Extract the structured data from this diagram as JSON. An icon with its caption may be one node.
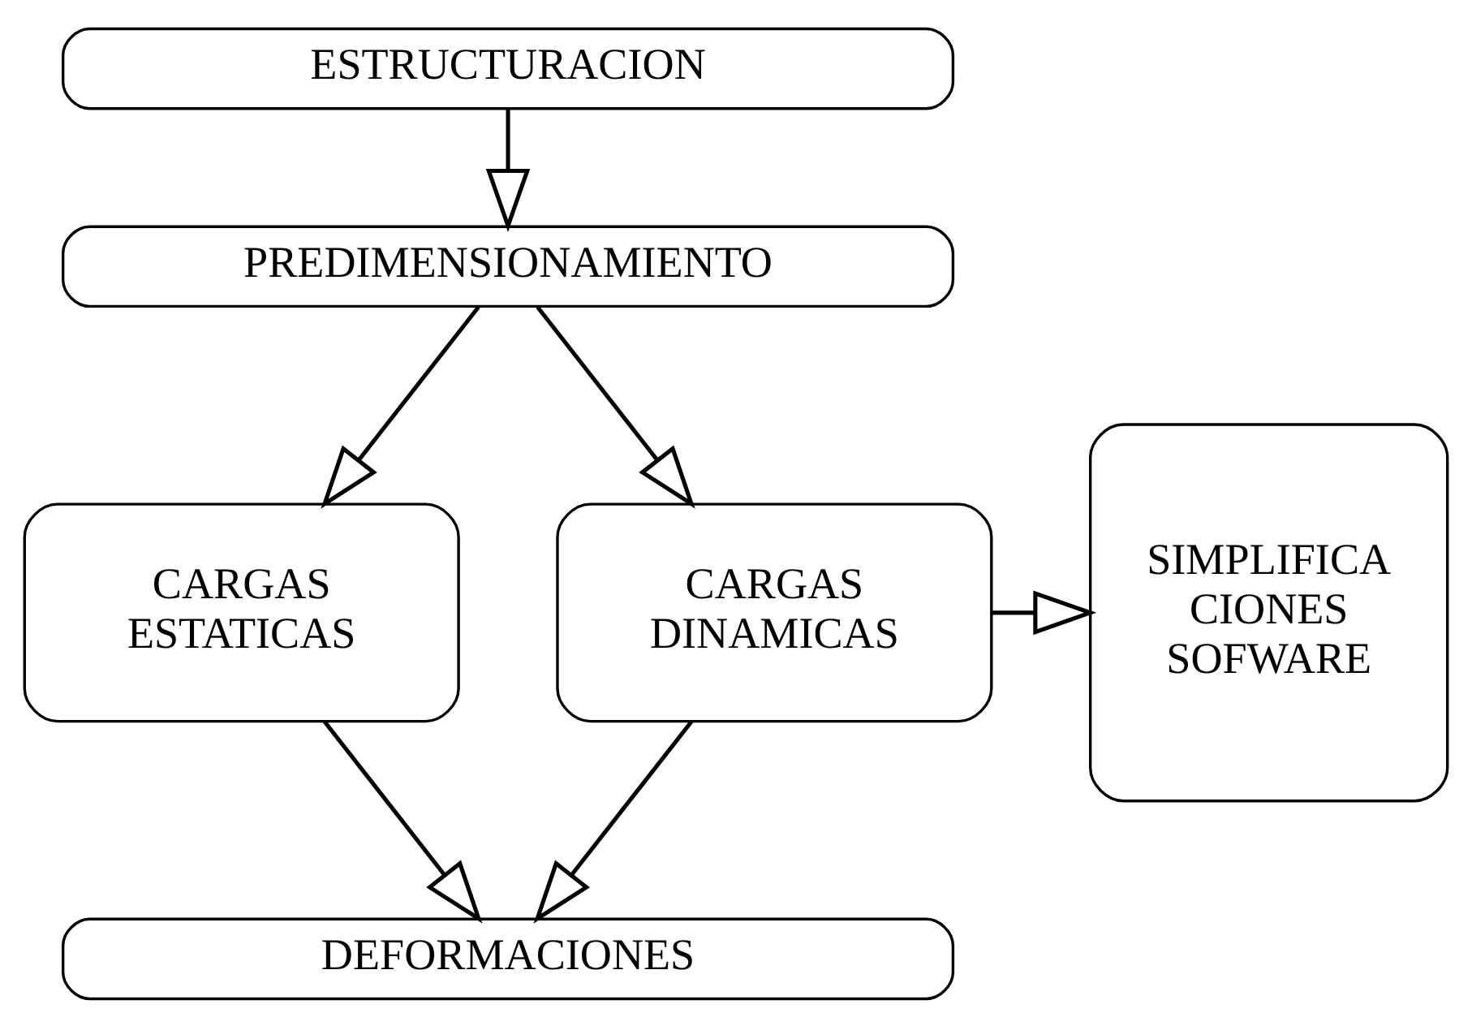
{
  "diagram": {
    "nodes": [
      {
        "text": [
          "ESTRUCTURACION"
        ]
      },
      {
        "text": [
          "PREDIMENSIONAMIENTO"
        ]
      },
      {
        "text": [
          "CARGAS ESTATICAS"
        ]
      },
      {
        "text": [
          "CARGAS DINAMICAS"
        ]
      },
      {
        "text": [
          "SIMPLIFICA CIONES SOFWARE"
        ]
      },
      {
        "text": [
          "DEFORMACIONES"
        ]
      }
    ],
    "edges": [
      {
        "from": 0,
        "to": 1,
        "arrow": "to"
      },
      {
        "from": 1,
        "to": 2,
        "arrow": "to"
      },
      {
        "from": 1,
        "to": 3,
        "arrow": "to"
      },
      {
        "from": 3,
        "to": 4,
        "arrow": "to"
      },
      {
        "from": 2,
        "to": 5,
        "arrow": "to"
      },
      {
        "from": 3,
        "to": 5,
        "arrow": "to"
      }
    ]
  }
}
